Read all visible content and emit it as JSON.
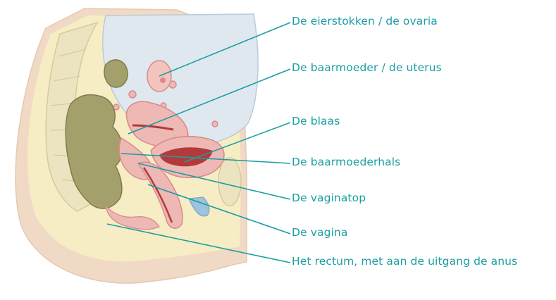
{
  "colors": {
    "accent": "#1a9ea3",
    "skin": "#f1dac5",
    "fat": "#f7edc4",
    "bone": "#ece4c0",
    "peritoneum": "#dfe8ef",
    "bowel": "#a3a06b",
    "organ": "#eeb8b5",
    "organ_dark": "#d98a8c",
    "lumen": "#b33a3a",
    "bladder_blue": "#9fc3dc"
  },
  "labels": [
    {
      "id": "ovaries",
      "text": "De eierstokken / de ovaria"
    },
    {
      "id": "uterus",
      "text": "De baarmoeder / de uterus"
    },
    {
      "id": "bladder",
      "text": "De blaas"
    },
    {
      "id": "cervix",
      "text": "De baarmoederhals"
    },
    {
      "id": "vaginal-vault",
      "text": "De vaginatop"
    },
    {
      "id": "vagina",
      "text": "De vagina"
    },
    {
      "id": "rectum",
      "text": "Het rectum, met aan de uitgang de anus"
    }
  ]
}
